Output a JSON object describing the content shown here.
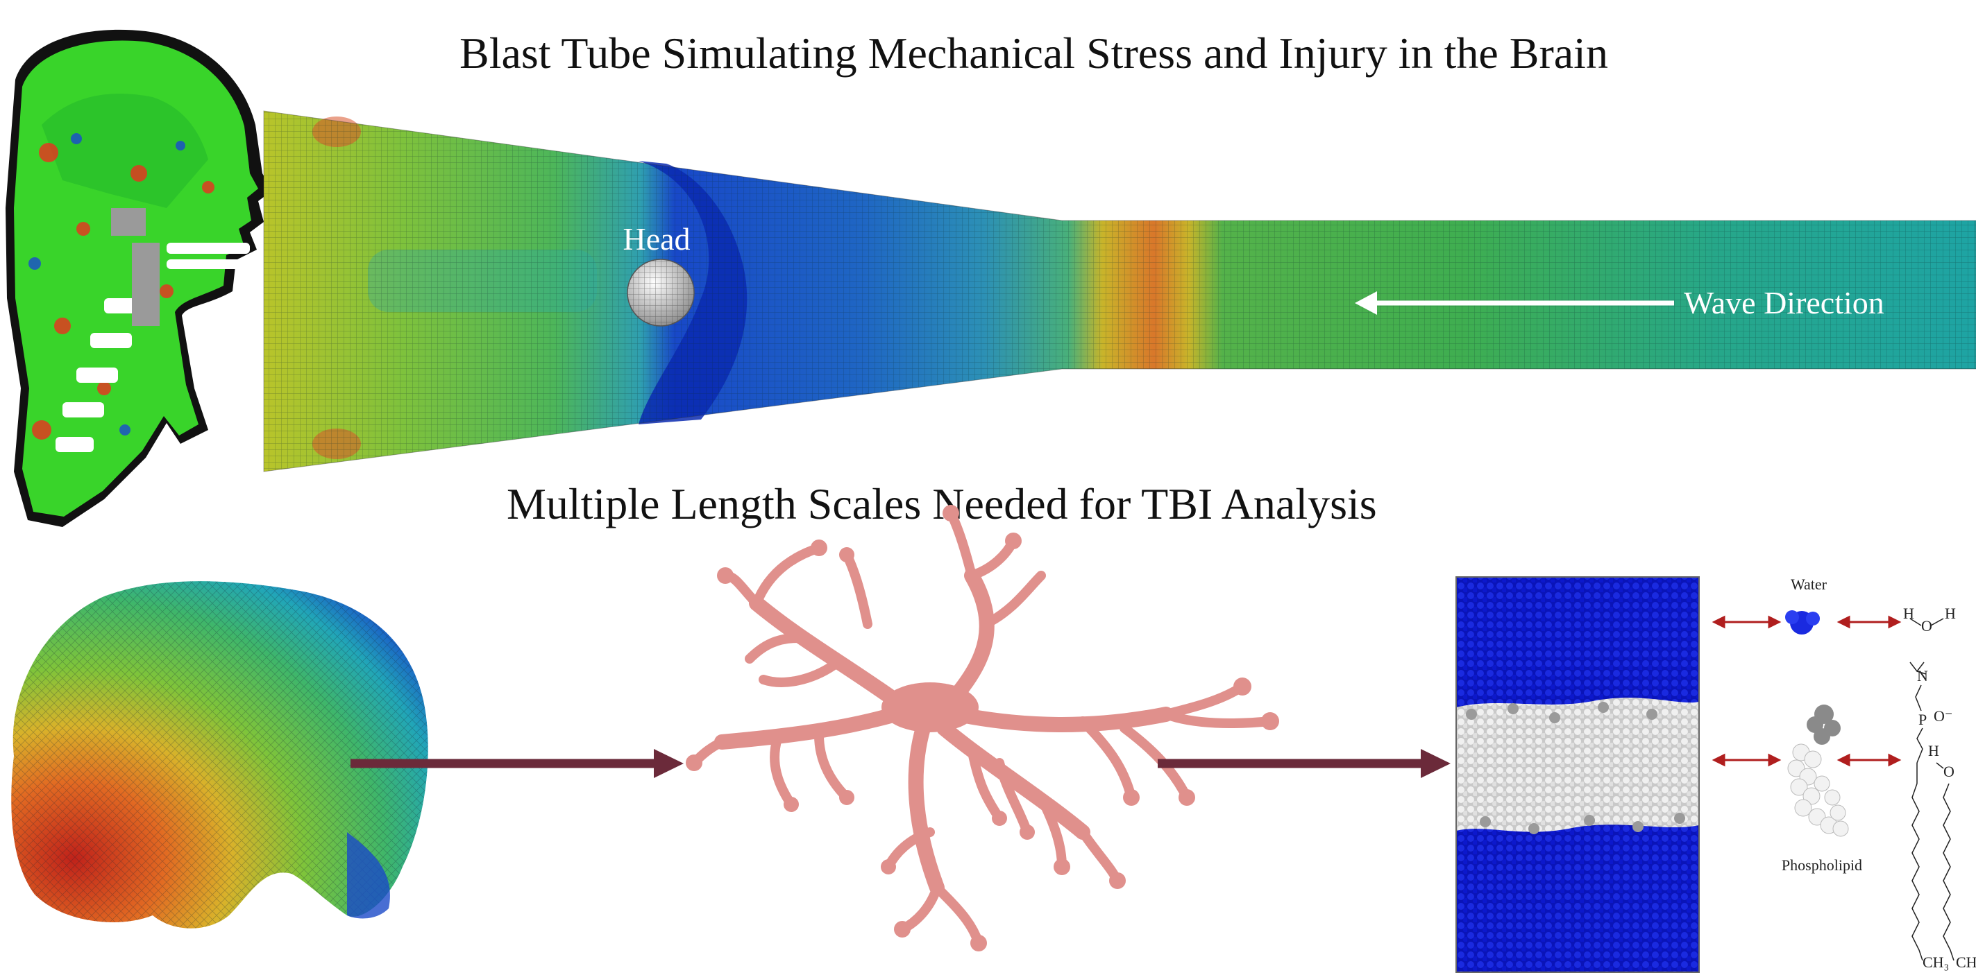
{
  "titles": {
    "top": "Blast Tube Simulating Mechanical Stress and Injury in the Brain",
    "middle": "Multiple Length Scales Needed for TBI Analysis"
  },
  "blast_tube": {
    "head_label": "Head",
    "wave_label": "Wave Direction"
  },
  "molecular": {
    "water_label": "Water",
    "phospholipid_label": "Phospholipid",
    "water_formula": {
      "h1": "H",
      "o": "O",
      "h2": "H"
    },
    "lipid_atoms": {
      "n": "N",
      "p": "P",
      "o_minus": "O⁻",
      "h": "H",
      "o": "O",
      "ch3": "CH₃"
    }
  },
  "colors": {
    "arrow": "#6b2a3a",
    "neuron": "#e0908c",
    "water_blue": "#0b16c8",
    "lipid_gray": "#d8d8d8",
    "double_arrow": "#b01e1e"
  }
}
